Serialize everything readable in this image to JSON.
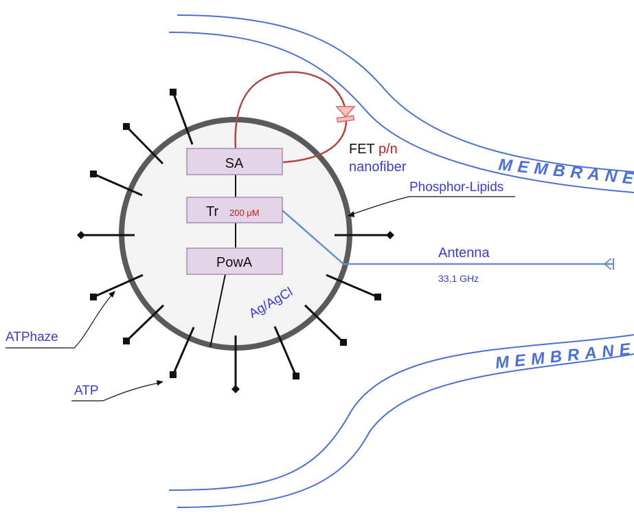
{
  "labels": {
    "sa": "SA",
    "tr": "Tr",
    "tr_conc": "200 μM",
    "powa": "PowA",
    "ag_agcl": "Ag/AgCl",
    "fet_prefix": "FET ",
    "fet_pn": "p/n",
    "nanofiber": "nanofiber",
    "phosphor_lipids": "Phosphor-Lipids",
    "antenna": "Antenna",
    "frequency": "33,1 GHz",
    "atphaze": "ATPhaze",
    "atp": "ATP",
    "membrane_top": "MEMBRANE",
    "membrane_bottom": "MEMBRANE"
  },
  "colors": {
    "membrane": "#4a6fd8",
    "label_blue": "#3b3bd6",
    "label_red": "#c0201a",
    "fiber": "#b5443f",
    "antenna_line": "#6b8fc8",
    "cell_fill": "#f3f3f3",
    "cell_border": "#5a5a5a",
    "box_fill": "#e4d4e8",
    "box_border": "#a98bb0",
    "diode_fill": "#f6c2c0",
    "diode_stroke": "#d96a64"
  },
  "icons": {
    "diode": "diode-icon",
    "antenna_end": "antenna-arrow-icon",
    "spike_tip": "diamond-icon"
  }
}
